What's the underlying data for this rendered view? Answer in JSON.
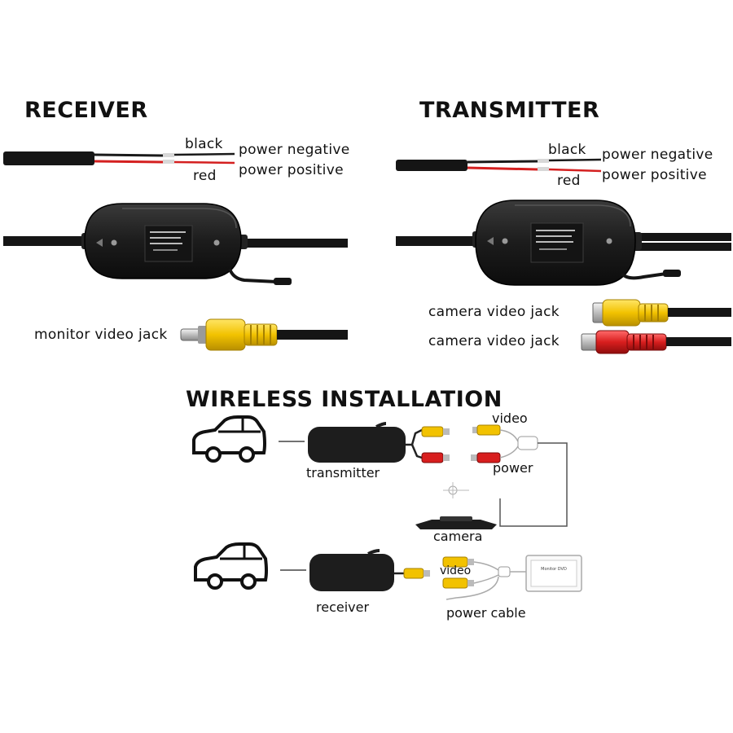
{
  "receiver": {
    "title": "RECEIVER",
    "wire_black": "black",
    "wire_red": "red",
    "power_negative": "power negative",
    "power_positive": "power positive",
    "video_jack": "monitor video jack"
  },
  "transmitter": {
    "title": "TRANSMITTER",
    "wire_black": "black",
    "wire_red": "red",
    "power_negative": "power negative",
    "power_positive": "power positive",
    "camera_video_jack_1": "camera video jack",
    "camera_video_jack_2": "camera video jack"
  },
  "installation": {
    "title": "WIRELESS INSTALLATION",
    "transmitter_label": "transmitter",
    "video_label_top": "video",
    "power_label": "power",
    "camera_label": "camera",
    "receiver_label": "receiver",
    "video_label_bottom": "video",
    "power_cable_label": "power cable",
    "monitor_box_label": "Monitor DVD"
  },
  "colors": {
    "wire_black": "#1a1a1a",
    "wire_red": "#d42020",
    "rca_yellow": "#f2c200",
    "rca_red": "#d81e1e",
    "module_body": "#1c1c1c"
  }
}
